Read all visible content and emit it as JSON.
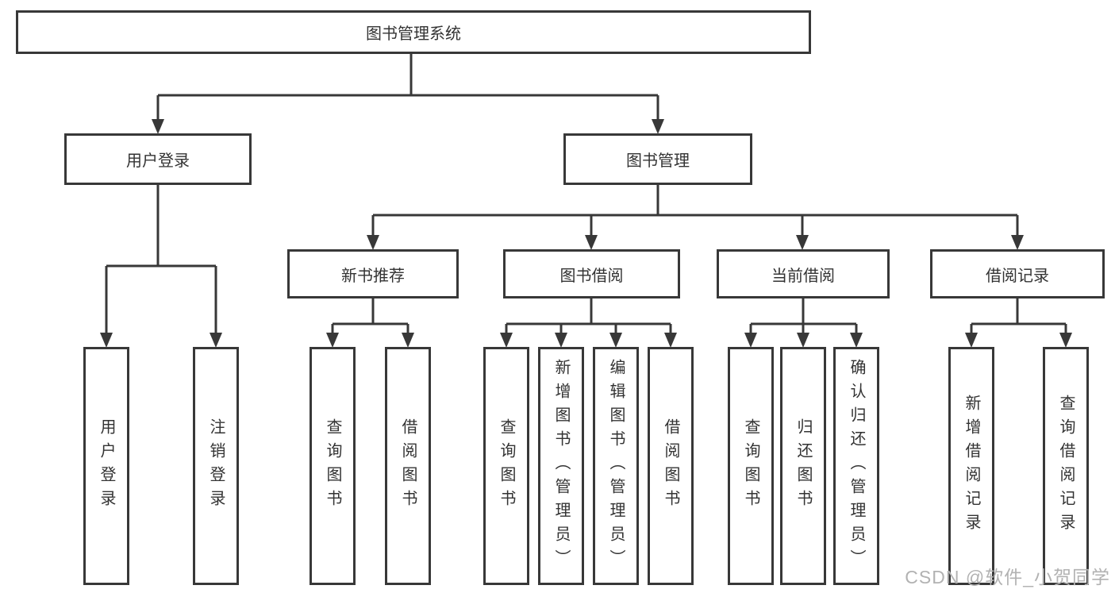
{
  "diagram": {
    "root": {
      "label": "图书管理系统"
    },
    "branches": [
      {
        "label": "用户登录",
        "leaves": [
          "用户登录",
          "注销登录"
        ]
      },
      {
        "label": "图书管理",
        "modules": [
          {
            "label": "新书推荐",
            "leaves": [
              "查询图书",
              "借阅图书"
            ]
          },
          {
            "label": "图书借阅",
            "leaves": [
              "查询图书",
              "新增图书（管理员）",
              "编辑图书（管理员）",
              "借阅图书"
            ]
          },
          {
            "label": "当前借阅",
            "leaves": [
              "查询图书",
              "归还图书",
              "确认归还（管理员）"
            ]
          },
          {
            "label": "借阅记录",
            "leaves": [
              "新增借阅记录",
              "查询借阅记录"
            ]
          }
        ]
      }
    ]
  },
  "watermark": {
    "text": "CSDN @软件_小贺同学"
  },
  "colors": {
    "line": "#383838",
    "node_border": "#383838",
    "node_fill": "#ffffff",
    "text": "#333333",
    "watermark": "#b2b2b2",
    "background": "#ffffff"
  }
}
